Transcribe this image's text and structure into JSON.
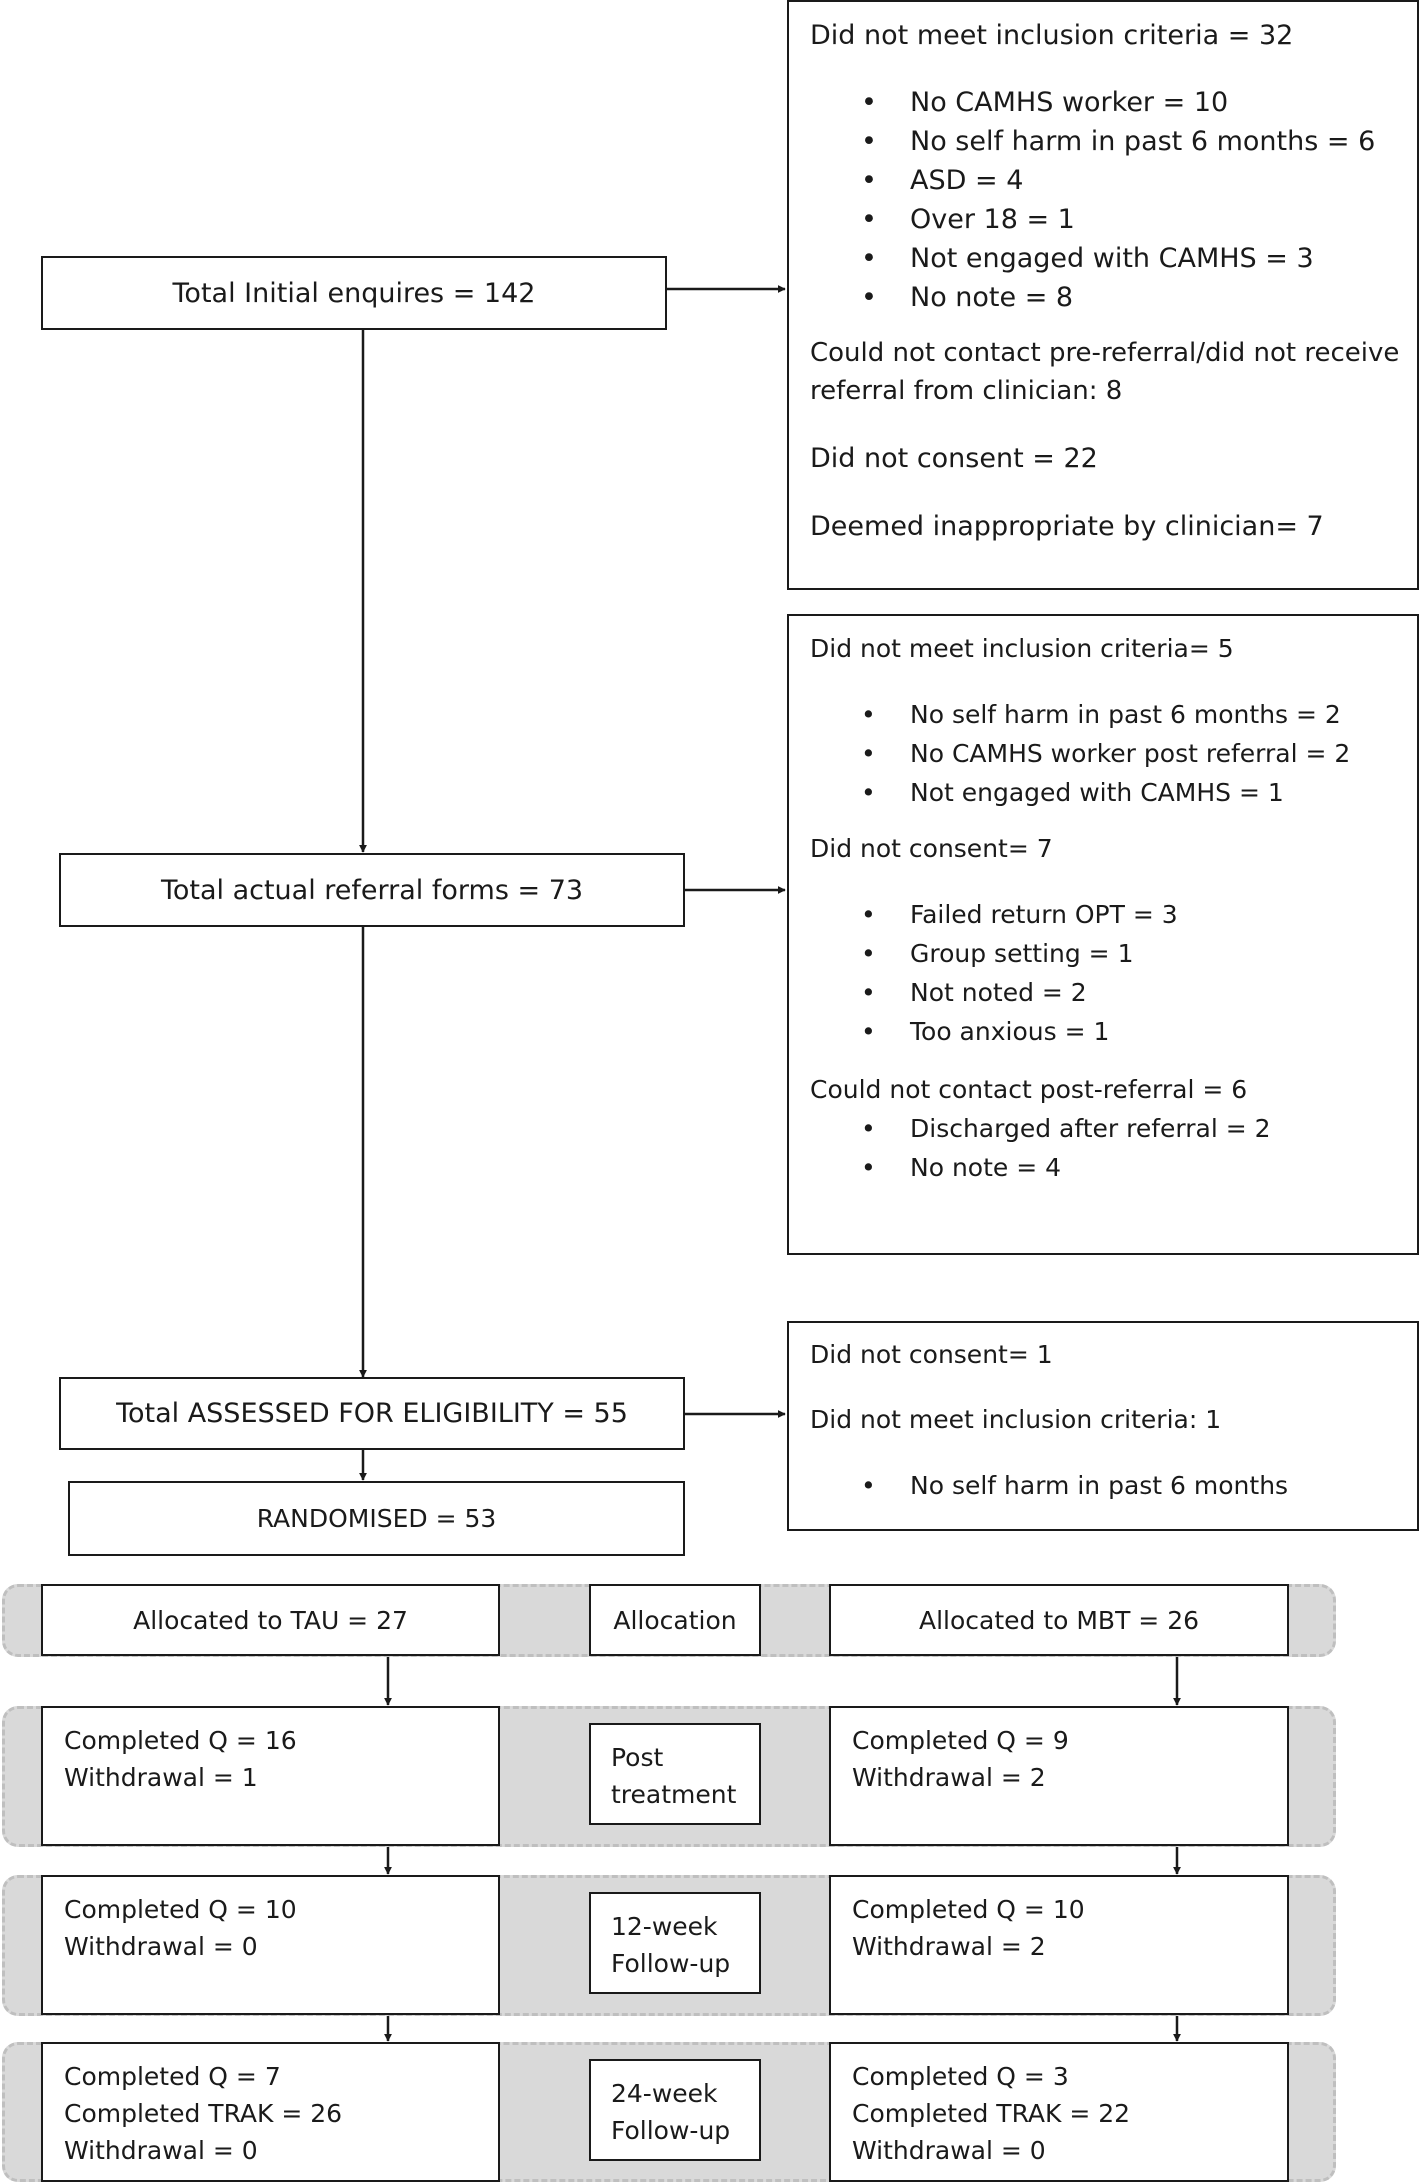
{
  "main_flow": {
    "enquiries": "Total Initial enquires = 142",
    "referral_forms": "Total actual referral forms = 73",
    "assessed": "Total ASSESSED FOR ELIGIBILITY = 55",
    "randomised": "RANDOMISED = 53"
  },
  "exclusion_1": {
    "heading": "Did not meet inclusion criteria = 32",
    "items": [
      "No CAMHS worker = 10",
      "No self harm in past 6 months = 6",
      "ASD  = 4",
      "Over 18 = 1",
      "Not engaged with CAMHS = 3",
      "No note = 8"
    ],
    "contact_line1": "Could not contact pre-referral/did not receive",
    "contact_line2": "referral from clinician: 8",
    "no_consent": "Did not consent = 22",
    "inappropriate": "Deemed inappropriate by clinician= 7"
  },
  "exclusion_2": {
    "heading": "Did not meet inclusion criteria= 5",
    "criteria_items": [
      "No self harm in past 6 months = 2",
      "No CAMHS worker post referral = 2",
      "Not engaged with CAMHS = 1"
    ],
    "consent_heading": "Did not consent= 7",
    "consent_items": [
      "Failed return OPT = 3",
      "Group setting = 1",
      "Not noted = 2",
      "Too anxious = 1"
    ],
    "contact_heading": "Could not contact post-referral = 6",
    "contact_items": [
      "Discharged after referral = 2",
      "No note = 4"
    ]
  },
  "exclusion_3": {
    "no_consent": "Did not consent= 1",
    "criteria": "Did not meet inclusion criteria: 1",
    "items": [
      "No self harm in past 6 months"
    ]
  },
  "stages": {
    "allocation": {
      "label": "Allocation",
      "tau": "Allocated to TAU = 27",
      "mbt": "Allocated to MBT = 26"
    },
    "post": {
      "label_line1": "Post",
      "label_line2": "treatment",
      "tau": [
        "Completed Q = 16",
        "Withdrawal = 1"
      ],
      "mbt": [
        "Completed Q = 9",
        "Withdrawal = 2"
      ]
    },
    "week12": {
      "label_line1": "12-week",
      "label_line2": "Follow-up",
      "tau": [
        "Completed Q = 10",
        "Withdrawal =  0"
      ],
      "mbt": [
        "Completed Q = 10",
        "Withdrawal =  2"
      ]
    },
    "week24": {
      "label_line1": "24-week",
      "label_line2": "Follow-up",
      "tau": [
        "Completed Q = 7",
        "Completed TRAK = 26",
        "Withdrawal =  0"
      ],
      "mbt": [
        "Completed Q = 3",
        "Completed TRAK = 22",
        "Withdrawal =  0"
      ]
    }
  }
}
